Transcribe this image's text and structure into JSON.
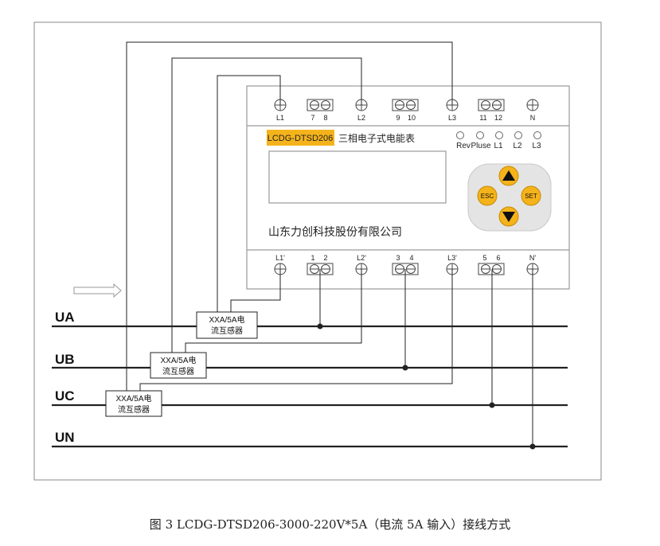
{
  "meter": {
    "model": "LCDG-DTSD206",
    "type_label": "三相电子式电能表",
    "manufacturer": "山东力创科技股份有限公司",
    "top_terminals": [
      "L1",
      "7",
      "8",
      "L2",
      "9",
      "10",
      "L3",
      "11",
      "12",
      "N"
    ],
    "bottom_terminals": [
      "L1'",
      "1",
      "2",
      "L2'",
      "3",
      "4",
      "L3'",
      "5",
      "6",
      "N'"
    ],
    "indicators": [
      "Rev",
      "Pluse",
      "L1",
      "L2",
      "L3"
    ],
    "buttons": {
      "esc": "ESC",
      "set": "SET",
      "up": "▲",
      "down": "▼"
    }
  },
  "lines": [
    "UA",
    "UB",
    "UC",
    "UN"
  ],
  "ct_label_top": "XXA/5A电",
  "ct_label_bottom": "流互感器",
  "colors": {
    "meter_yellow": "#f5b31b",
    "wire": "#000000",
    "panel": "#ffffff"
  },
  "caption": "图 3 LCDG-DTSD206-3000-220V*5A（电流 5A 输入）接线方式"
}
